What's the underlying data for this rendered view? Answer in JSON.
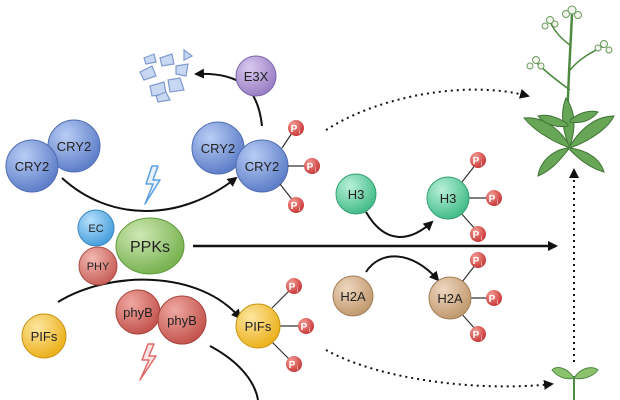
{
  "nodes": {
    "cry2_top": "CRY2",
    "cry2_bottom": "CRY2",
    "cry2_phos_a": "CRY2",
    "cry2_phos_b": "CRY2",
    "e3x": "E3X",
    "ec": "EC",
    "phy": "PHY",
    "ppks": "PPKs",
    "pifs": "PIFs",
    "pifs_phos": "PIFs",
    "phyb_1": "phyB",
    "phyb_2": "phyB",
    "h3": "H3",
    "h3_phos": "H3",
    "h2a": "H2A",
    "h2a_phos": "H2A"
  },
  "phosphate_label": "P",
  "phosphate_subscript": "i",
  "colors": {
    "cry2": "#6e8fd6",
    "e3x": "#a88fd0",
    "ec": "#5fb0e8",
    "phy": "#d87a74",
    "ppks": "#8fc468",
    "pifs": "#f3c13a",
    "phyb": "#d26a64",
    "h3": "#5fcf9f",
    "h2a": "#d2ad86",
    "phosphate": "#d94a4a",
    "plant": "#5a9c4c",
    "lightning_blue": "#5aa0e0",
    "lightning_red": "#e06a6a",
    "arrow": "#111111"
  }
}
